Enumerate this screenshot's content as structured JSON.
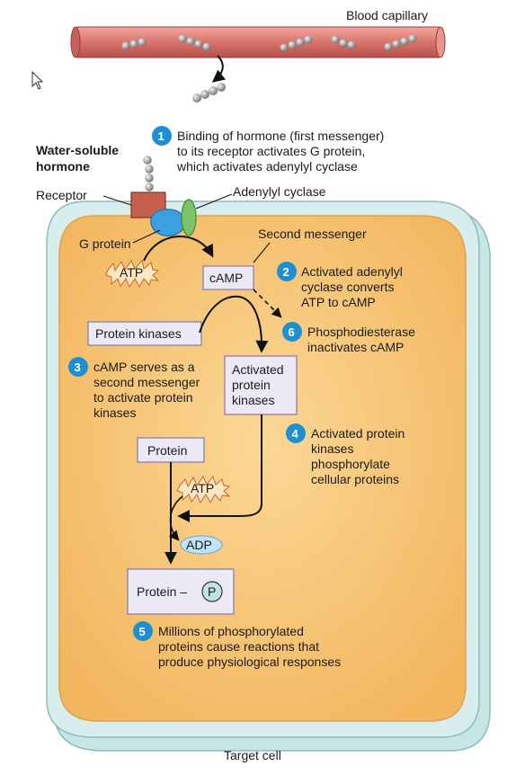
{
  "labels": {
    "blood_capillary": "Blood capillary",
    "hormone_line1": "Water-soluble",
    "hormone_line2": "hormone",
    "receptor": "Receptor",
    "adenylyl_cyclase": "Adenylyl cyclase",
    "g_protein": "G protein",
    "second_messenger": "Second messenger",
    "atp_top": "ATP",
    "camp": "cAMP",
    "protein_kinases": "Protein kinases",
    "activated_kinases_line1": "Activated",
    "activated_kinases_line2": "protein",
    "activated_kinases_line3": "kinases",
    "protein": "Protein",
    "atp_bottom": "ATP",
    "adp": "ADP",
    "protein_p": "Protein –",
    "p_symbol": "P",
    "target_cell": "Target cell"
  },
  "steps": [
    {
      "number": "1",
      "lines": [
        "Binding of hormone (first messenger)",
        "to its receptor activates G protein,",
        "which activates adenylyl cyclase"
      ]
    },
    {
      "number": "2",
      "lines": [
        "Activated adenylyl",
        "cyclase converts",
        "ATP to cAMP"
      ]
    },
    {
      "number": "3",
      "lines": [
        "cAMP serves as a",
        "second messenger",
        "to activate protein",
        "kinases"
      ]
    },
    {
      "number": "4",
      "lines": [
        "Activated protein",
        "kinases",
        "phosphorylate",
        "cellular proteins"
      ]
    },
    {
      "number": "5",
      "lines": [
        "Millions of phosphorylated",
        "proteins cause reactions that",
        "produce physiological responses"
      ]
    },
    {
      "number": "6",
      "lines": [
        "Phosphodiesterase",
        "inactivates cAMP"
      ]
    }
  ],
  "colors": {
    "cell_fill": "#f8c77a",
    "cell_outer": "#bfe3e3",
    "capillary": "#d9736b",
    "step_badge": "#1f8fd1",
    "box_fill": "#ece9f4",
    "box_stroke": "#8a7fb0",
    "receptor": "#c4604d",
    "g_protein": "#3aa0de",
    "adenylyl": "#7cc36a"
  }
}
